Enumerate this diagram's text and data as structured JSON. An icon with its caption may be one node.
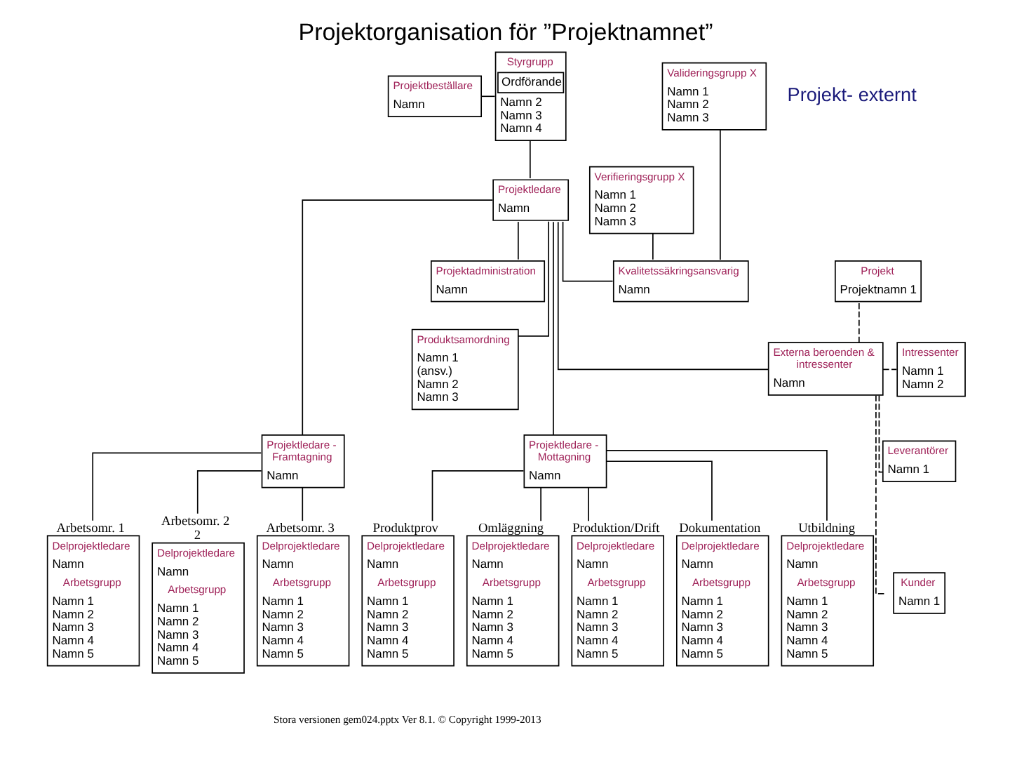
{
  "diagram": {
    "title": "Projektorganisation för ”Projektnamnet”",
    "caption": "Stora versionen gem024.pptx Ver 8.1. © Copyright 1999-2013",
    "nodes": [
      {
        "text": [
          "Projektbeställare",
          "Namn"
        ]
      },
      {
        "text": [
          "Styrgrupp",
          "Ordförande",
          "Namn 2 Namn 3 Namn 4"
        ]
      },
      {
        "text": [
          "Projektledare",
          "Namn"
        ]
      },
      {
        "text": [
          "Projektadministration",
          "Namn"
        ]
      },
      {
        "text": [
          "Kvalitetssäkringsansvarig",
          "Namn"
        ]
      },
      {
        "text": [
          "Produktsamordning",
          "Namn 1 (ansv.) Namn 2 Namn 3"
        ]
      },
      {
        "text": [
          "Externa beroenden & intressenter",
          "Namn"
        ]
      },
      {
        "text": [
          "Valideringsgrupp X",
          "Namn 1 Namn 2 Namn 3"
        ]
      },
      {
        "text": [
          "Verifieringsgrupp X",
          "Namn 1 Namn 2 Namn 3"
        ]
      },
      {
        "text": [
          "Projekt",
          "Projektnamn 1"
        ]
      },
      {
        "text": [
          "Intressenter",
          "Namn 1 Namn 2"
        ]
      },
      {
        "text": [
          "Leverantörer",
          "Namn 1"
        ]
      },
      {
        "text": [
          "Kunder",
          "Namn 1"
        ]
      },
      {
        "text": [
          "Projektledare - Framtagning",
          "Namn"
        ]
      },
      {
        "text": [
          "Projektledare - Mottagning",
          "Namn"
        ]
      },
      {
        "text": [
          "Delprojektledare",
          "Namn",
          "Arbetsgrupp",
          "Namn 1 Namn 2 Namn 3 Namn 4 Namn 5"
        ],
        "beside": [
          "Arbetsomr. 1"
        ]
      },
      {
        "text": [
          "Delprojektledare",
          "Namn",
          "Arbetsgrupp",
          "Namn 1 Namn 2 Namn 3 Namn 4 Namn 5"
        ],
        "beside": [
          "Arbetsomr. 2",
          "2"
        ]
      },
      {
        "text": [
          "Delprojektledare",
          "Namn",
          "Arbetsgrupp",
          "Namn 1 Namn 2 Namn 3 Namn 4 Namn 5"
        ],
        "beside": [
          "Arbetsomr. 3"
        ]
      },
      {
        "text": [
          "Delprojektledare",
          "Namn",
          "Arbetsgrupp",
          "Namn 1 Namn 2 Namn 3 Namn 4 Namn 5"
        ],
        "beside": [
          "Produktprov"
        ]
      },
      {
        "text": [
          "Delprojektledare",
          "Namn",
          "Arbetsgrupp",
          "Namn 1 Namn 2 Namn 3 Namn 4 Namn 5"
        ],
        "beside": [
          "Omläggning"
        ]
      },
      {
        "text": [
          "Delprojektledare",
          "Namn",
          "Arbetsgrupp",
          "Namn 1 Namn 2 Namn 3 Namn 4 Namn 5"
        ],
        "beside": [
          "Produktion/Drift"
        ]
      },
      {
        "text": [
          "Delprojektledare",
          "Namn",
          "Arbetsgrupp",
          "Namn 1 Namn 2 Namn 3 Namn 4 Namn 5"
        ],
        "beside": [
          "Dokumentation"
        ]
      },
      {
        "text": [
          "Delprojektledare",
          "Namn",
          "Arbetsgrupp",
          "Namn 1 Namn 2 Namn 3 Namn 4 Namn 5"
        ],
        "beside": [
          "Utbildning"
        ]
      }
    ],
    "edges": [
      {
        "from": 0,
        "to": 1,
        "arrow": "none"
      },
      {
        "from": 1,
        "to": 2,
        "arrow": "none"
      },
      {
        "from": 2,
        "to": 3,
        "arrow": "none"
      },
      {
        "from": 2,
        "to": 4,
        "arrow": "none"
      },
      {
        "from": 2,
        "to": 5,
        "arrow": "none"
      },
      {
        "from": 2,
        "to": 6,
        "arrow": "none"
      },
      {
        "from": 4,
        "to": 7,
        "arrow": "none"
      },
      {
        "from": 4,
        "to": 8,
        "arrow": "none"
      },
      {
        "from": 6,
        "to": 9,
        "arrow": "none",
        "style": "dashed"
      },
      {
        "from": 6,
        "to": 10,
        "arrow": "none",
        "style": "dashed"
      },
      {
        "from": 6,
        "to": 11,
        "arrow": "none",
        "style": "dashed"
      },
      {
        "from": 6,
        "to": 12,
        "arrow": "none",
        "style": "dashed"
      },
      {
        "from": 2,
        "to": 13,
        "arrow": "none"
      },
      {
        "from": 2,
        "to": 14,
        "arrow": "none"
      },
      {
        "from": 13,
        "to": 15,
        "arrow": "none"
      },
      {
        "from": 13,
        "to": 16,
        "arrow": "none"
      },
      {
        "from": 13,
        "to": 17,
        "arrow": "none"
      },
      {
        "from": 14,
        "to": 18,
        "arrow": "none"
      },
      {
        "from": 14,
        "to": 19,
        "arrow": "none"
      },
      {
        "from": 14,
        "to": 20,
        "arrow": "none"
      },
      {
        "from": 14,
        "to": 21,
        "arrow": "none"
      },
      {
        "from": 14,
        "to": 22,
        "arrow": "none"
      }
    ],
    "labels": [
      "Projekt- externt"
    ]
  }
}
